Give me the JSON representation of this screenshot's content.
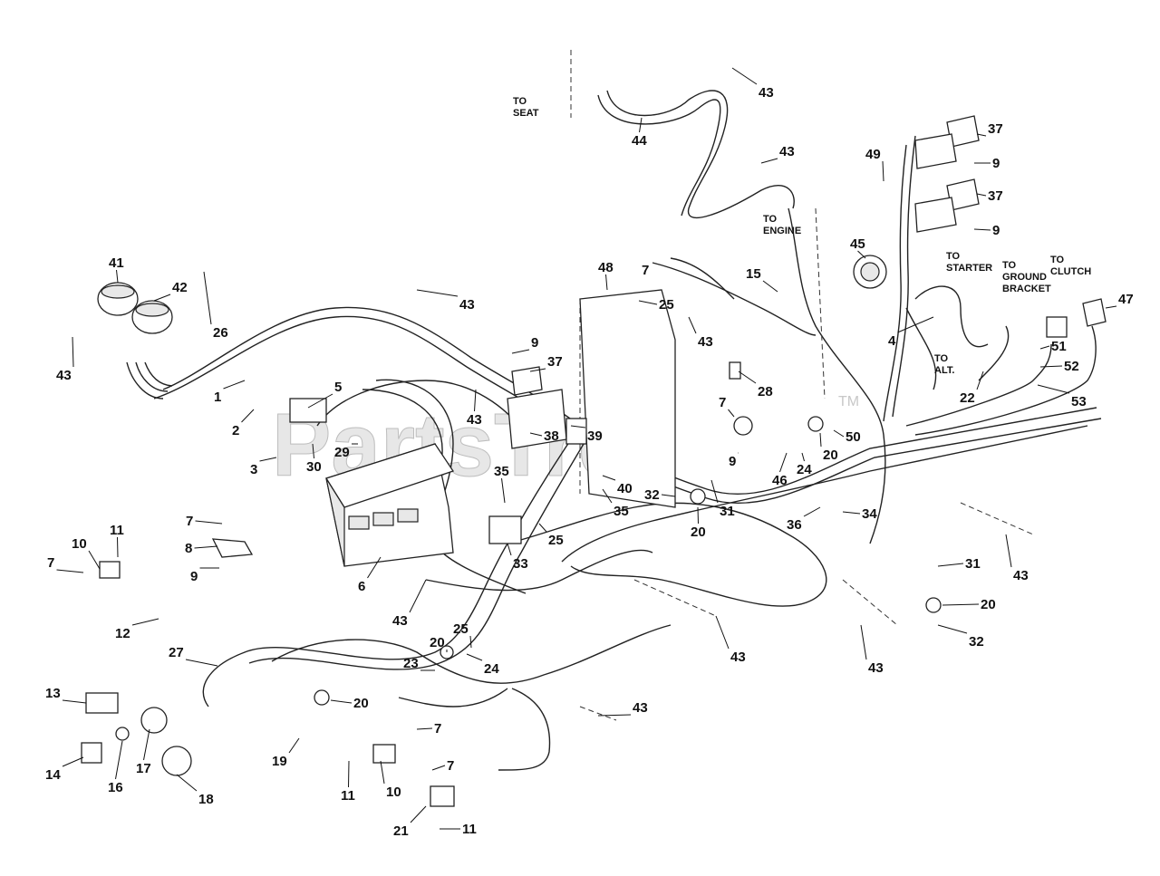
{
  "watermark": {
    "text": "PartsTree",
    "trademark": "TM"
  },
  "notes": {
    "to_seat": [
      "TO",
      "SEAT"
    ],
    "to_engine": [
      "TO",
      "ENGINE"
    ],
    "to_starter": [
      "TO",
      "STARTER"
    ],
    "to_alt": [
      "TO",
      "ALT."
    ],
    "to_ground_bracket": [
      "TO",
      "GROUND",
      "BRACKET"
    ],
    "to_clutch": [
      "TO",
      "CLUTCH"
    ]
  },
  "callouts": [
    {
      "id": "c1",
      "label": "1"
    },
    {
      "id": "c2",
      "label": "2"
    },
    {
      "id": "c3",
      "label": "3"
    },
    {
      "id": "c4",
      "label": "4"
    },
    {
      "id": "c5",
      "label": "5"
    },
    {
      "id": "c6",
      "label": "6"
    },
    {
      "id": "c7a",
      "label": "7"
    },
    {
      "id": "c7b",
      "label": "7"
    },
    {
      "id": "c7c",
      "label": "7"
    },
    {
      "id": "c7d",
      "label": "7"
    },
    {
      "id": "c7e",
      "label": "7"
    },
    {
      "id": "c7f",
      "label": "7"
    },
    {
      "id": "c8",
      "label": "8"
    },
    {
      "id": "c9a",
      "label": "9"
    },
    {
      "id": "c9b",
      "label": "9"
    },
    {
      "id": "c9c",
      "label": "9"
    },
    {
      "id": "c9d",
      "label": "9"
    },
    {
      "id": "c9e",
      "label": "9"
    },
    {
      "id": "c10a",
      "label": "10"
    },
    {
      "id": "c10b",
      "label": "10"
    },
    {
      "id": "c11a",
      "label": "11"
    },
    {
      "id": "c11b",
      "label": "11"
    },
    {
      "id": "c11c",
      "label": "11"
    },
    {
      "id": "c12",
      "label": "12"
    },
    {
      "id": "c13",
      "label": "13"
    },
    {
      "id": "c14",
      "label": "14"
    },
    {
      "id": "c15",
      "label": "15"
    },
    {
      "id": "c16",
      "label": "16"
    },
    {
      "id": "c17",
      "label": "17"
    },
    {
      "id": "c18",
      "label": "18"
    },
    {
      "id": "c19",
      "label": "19"
    },
    {
      "id": "c20a",
      "label": "20"
    },
    {
      "id": "c20b",
      "label": "20"
    },
    {
      "id": "c20c",
      "label": "20"
    },
    {
      "id": "c20d",
      "label": "20"
    },
    {
      "id": "c20e",
      "label": "20"
    },
    {
      "id": "c21",
      "label": "21"
    },
    {
      "id": "c22",
      "label": "22"
    },
    {
      "id": "c23",
      "label": "23"
    },
    {
      "id": "c24a",
      "label": "24"
    },
    {
      "id": "c24b",
      "label": "24"
    },
    {
      "id": "c25a",
      "label": "25"
    },
    {
      "id": "c25b",
      "label": "25"
    },
    {
      "id": "c25c",
      "label": "25"
    },
    {
      "id": "c26",
      "label": "26"
    },
    {
      "id": "c27",
      "label": "27"
    },
    {
      "id": "c28",
      "label": "28"
    },
    {
      "id": "c29",
      "label": "29"
    },
    {
      "id": "c30",
      "label": "30"
    },
    {
      "id": "c31a",
      "label": "31"
    },
    {
      "id": "c31b",
      "label": "31"
    },
    {
      "id": "c32a",
      "label": "32"
    },
    {
      "id": "c32b",
      "label": "32"
    },
    {
      "id": "c33",
      "label": "33"
    },
    {
      "id": "c34",
      "label": "34"
    },
    {
      "id": "c35a",
      "label": "35"
    },
    {
      "id": "c35b",
      "label": "35"
    },
    {
      "id": "c36",
      "label": "36"
    },
    {
      "id": "c37a",
      "label": "37"
    },
    {
      "id": "c37b",
      "label": "37"
    },
    {
      "id": "c37c",
      "label": "37"
    },
    {
      "id": "c38",
      "label": "38"
    },
    {
      "id": "c39",
      "label": "39"
    },
    {
      "id": "c40",
      "label": "40"
    },
    {
      "id": "c41",
      "label": "41"
    },
    {
      "id": "c42",
      "label": "42"
    },
    {
      "id": "c43a",
      "label": "43"
    },
    {
      "id": "c43b",
      "label": "43"
    },
    {
      "id": "c43c",
      "label": "43"
    },
    {
      "id": "c43d",
      "label": "43"
    },
    {
      "id": "c43e",
      "label": "43"
    },
    {
      "id": "c43f",
      "label": "43"
    },
    {
      "id": "c43g",
      "label": "43"
    },
    {
      "id": "c43h",
      "label": "43"
    },
    {
      "id": "c43i",
      "label": "43"
    },
    {
      "id": "c43j",
      "label": "43"
    },
    {
      "id": "c43k",
      "label": "43"
    },
    {
      "id": "c43l",
      "label": "43"
    },
    {
      "id": "c44",
      "label": "44"
    },
    {
      "id": "c45",
      "label": "45"
    },
    {
      "id": "c46",
      "label": "46"
    },
    {
      "id": "c47",
      "label": "47"
    },
    {
      "id": "c48",
      "label": "48"
    },
    {
      "id": "c49",
      "label": "49"
    },
    {
      "id": "c50",
      "label": "50"
    },
    {
      "id": "c51",
      "label": "51"
    },
    {
      "id": "c52",
      "label": "52"
    },
    {
      "id": "c53",
      "label": "53"
    }
  ]
}
